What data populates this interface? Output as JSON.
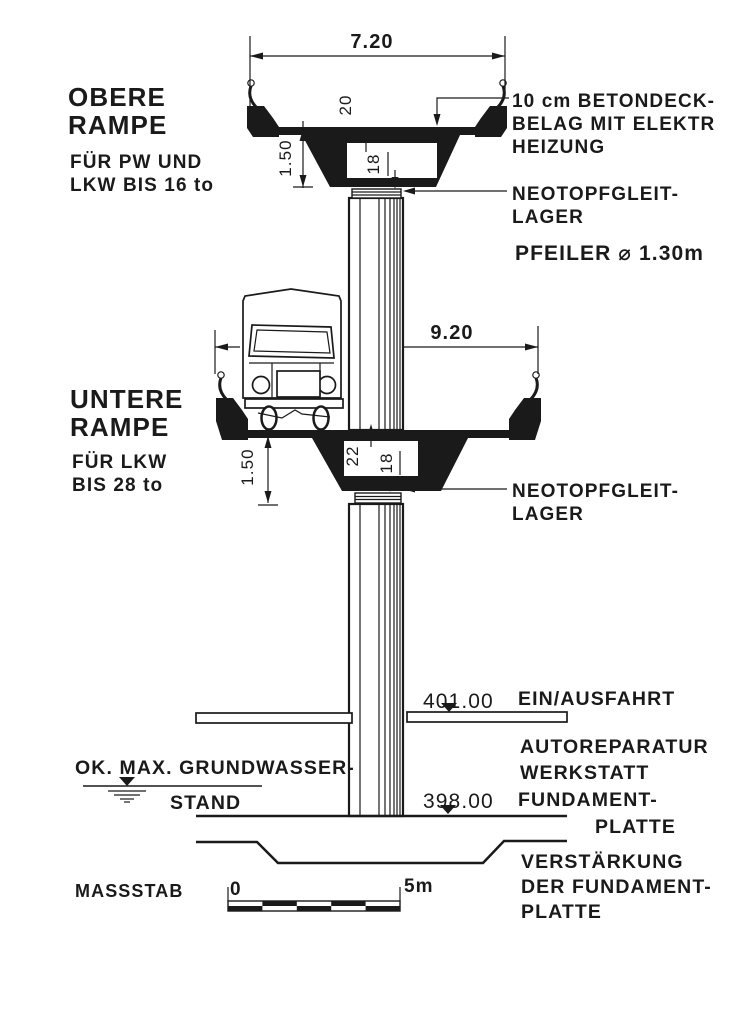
{
  "colors": {
    "ink": "#1a1a1a",
    "paper": "#ffffff"
  },
  "upper_ramp": {
    "title_lines": [
      "OBERE",
      "RAMPE"
    ],
    "subtitle_lines": [
      "FÜR PW UND",
      "LKW BIS 16 to"
    ],
    "width_dim": "7.20",
    "girder_height_dim": "1.50",
    "top_slab_dim": "20",
    "bottom_slab_dim": "18"
  },
  "lower_ramp": {
    "title_lines": [
      "UNTERE",
      "RAMPE"
    ],
    "subtitle_lines": [
      "FÜR LKW",
      "BIS  28 to"
    ],
    "width_dim": "9.20",
    "girder_height_dim": "1.50",
    "top_slab_dim": "22",
    "bottom_slab_dim": "18"
  },
  "annotations": {
    "deck_surface_lines": [
      "10 cm BETONDECK-",
      "BELAG MIT ELEKTR",
      "HEIZUNG"
    ],
    "bearing_upper_lines": [
      "NEOTOPFGLEIT-",
      "LAGER"
    ],
    "pier_label": "PFEILER ⌀ 1.30m",
    "bearing_lower_lines": [
      "NEOTOPFGLEIT-",
      "LAGER"
    ],
    "entrance_level": "401.00",
    "entrance_label": "EIN/AUSFAHRT",
    "workshop_lines": [
      "AUTOREPARATUR",
      "WERKSTATT"
    ],
    "foundation_level": "398.00",
    "foundation_lines": [
      "FUNDAMENT-",
      "PLATTE"
    ],
    "groundwater_lines": [
      "OK. MAX. GRUNDWASSER-",
      "STAND"
    ],
    "reinforcement_lines": [
      "VERSTÄRKUNG",
      "DER FUNDAMENT-",
      "PLATTE"
    ]
  },
  "scale": {
    "label": "MASSSTAB",
    "start": "0",
    "end": "5m"
  }
}
